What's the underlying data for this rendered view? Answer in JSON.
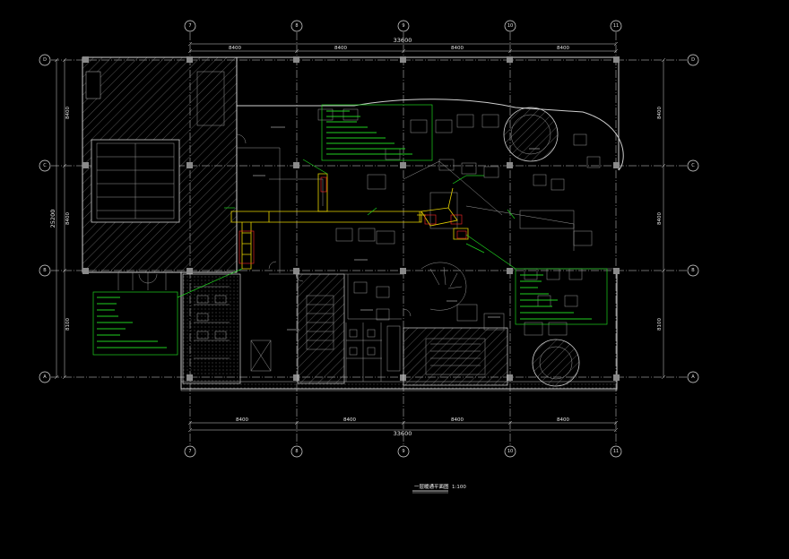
{
  "drawing": {
    "title": "一层暖通平面图",
    "scale": "1:100",
    "colors": {
      "background": "#000000",
      "walls": "#cfcfcf",
      "annotation": "#1fd11f",
      "duct": "#e6d200",
      "equipment": "#ff2a2a"
    }
  },
  "grid": {
    "columns": [
      "7",
      "8",
      "9",
      "10",
      "11"
    ],
    "rows": [
      "D",
      "C",
      "B",
      "A"
    ]
  },
  "dimensions": {
    "top_segments": [
      "8400",
      "8400",
      "8400",
      "8400"
    ],
    "top_total": "33600",
    "bottom_segments": [
      "8400",
      "8400",
      "8400",
      "8400"
    ],
    "bottom_total": "33600",
    "left_segments": [
      "8400",
      "8400",
      "8100"
    ],
    "left_total": "25200",
    "right_segments": [
      "8400",
      "8400",
      "8100"
    ]
  }
}
